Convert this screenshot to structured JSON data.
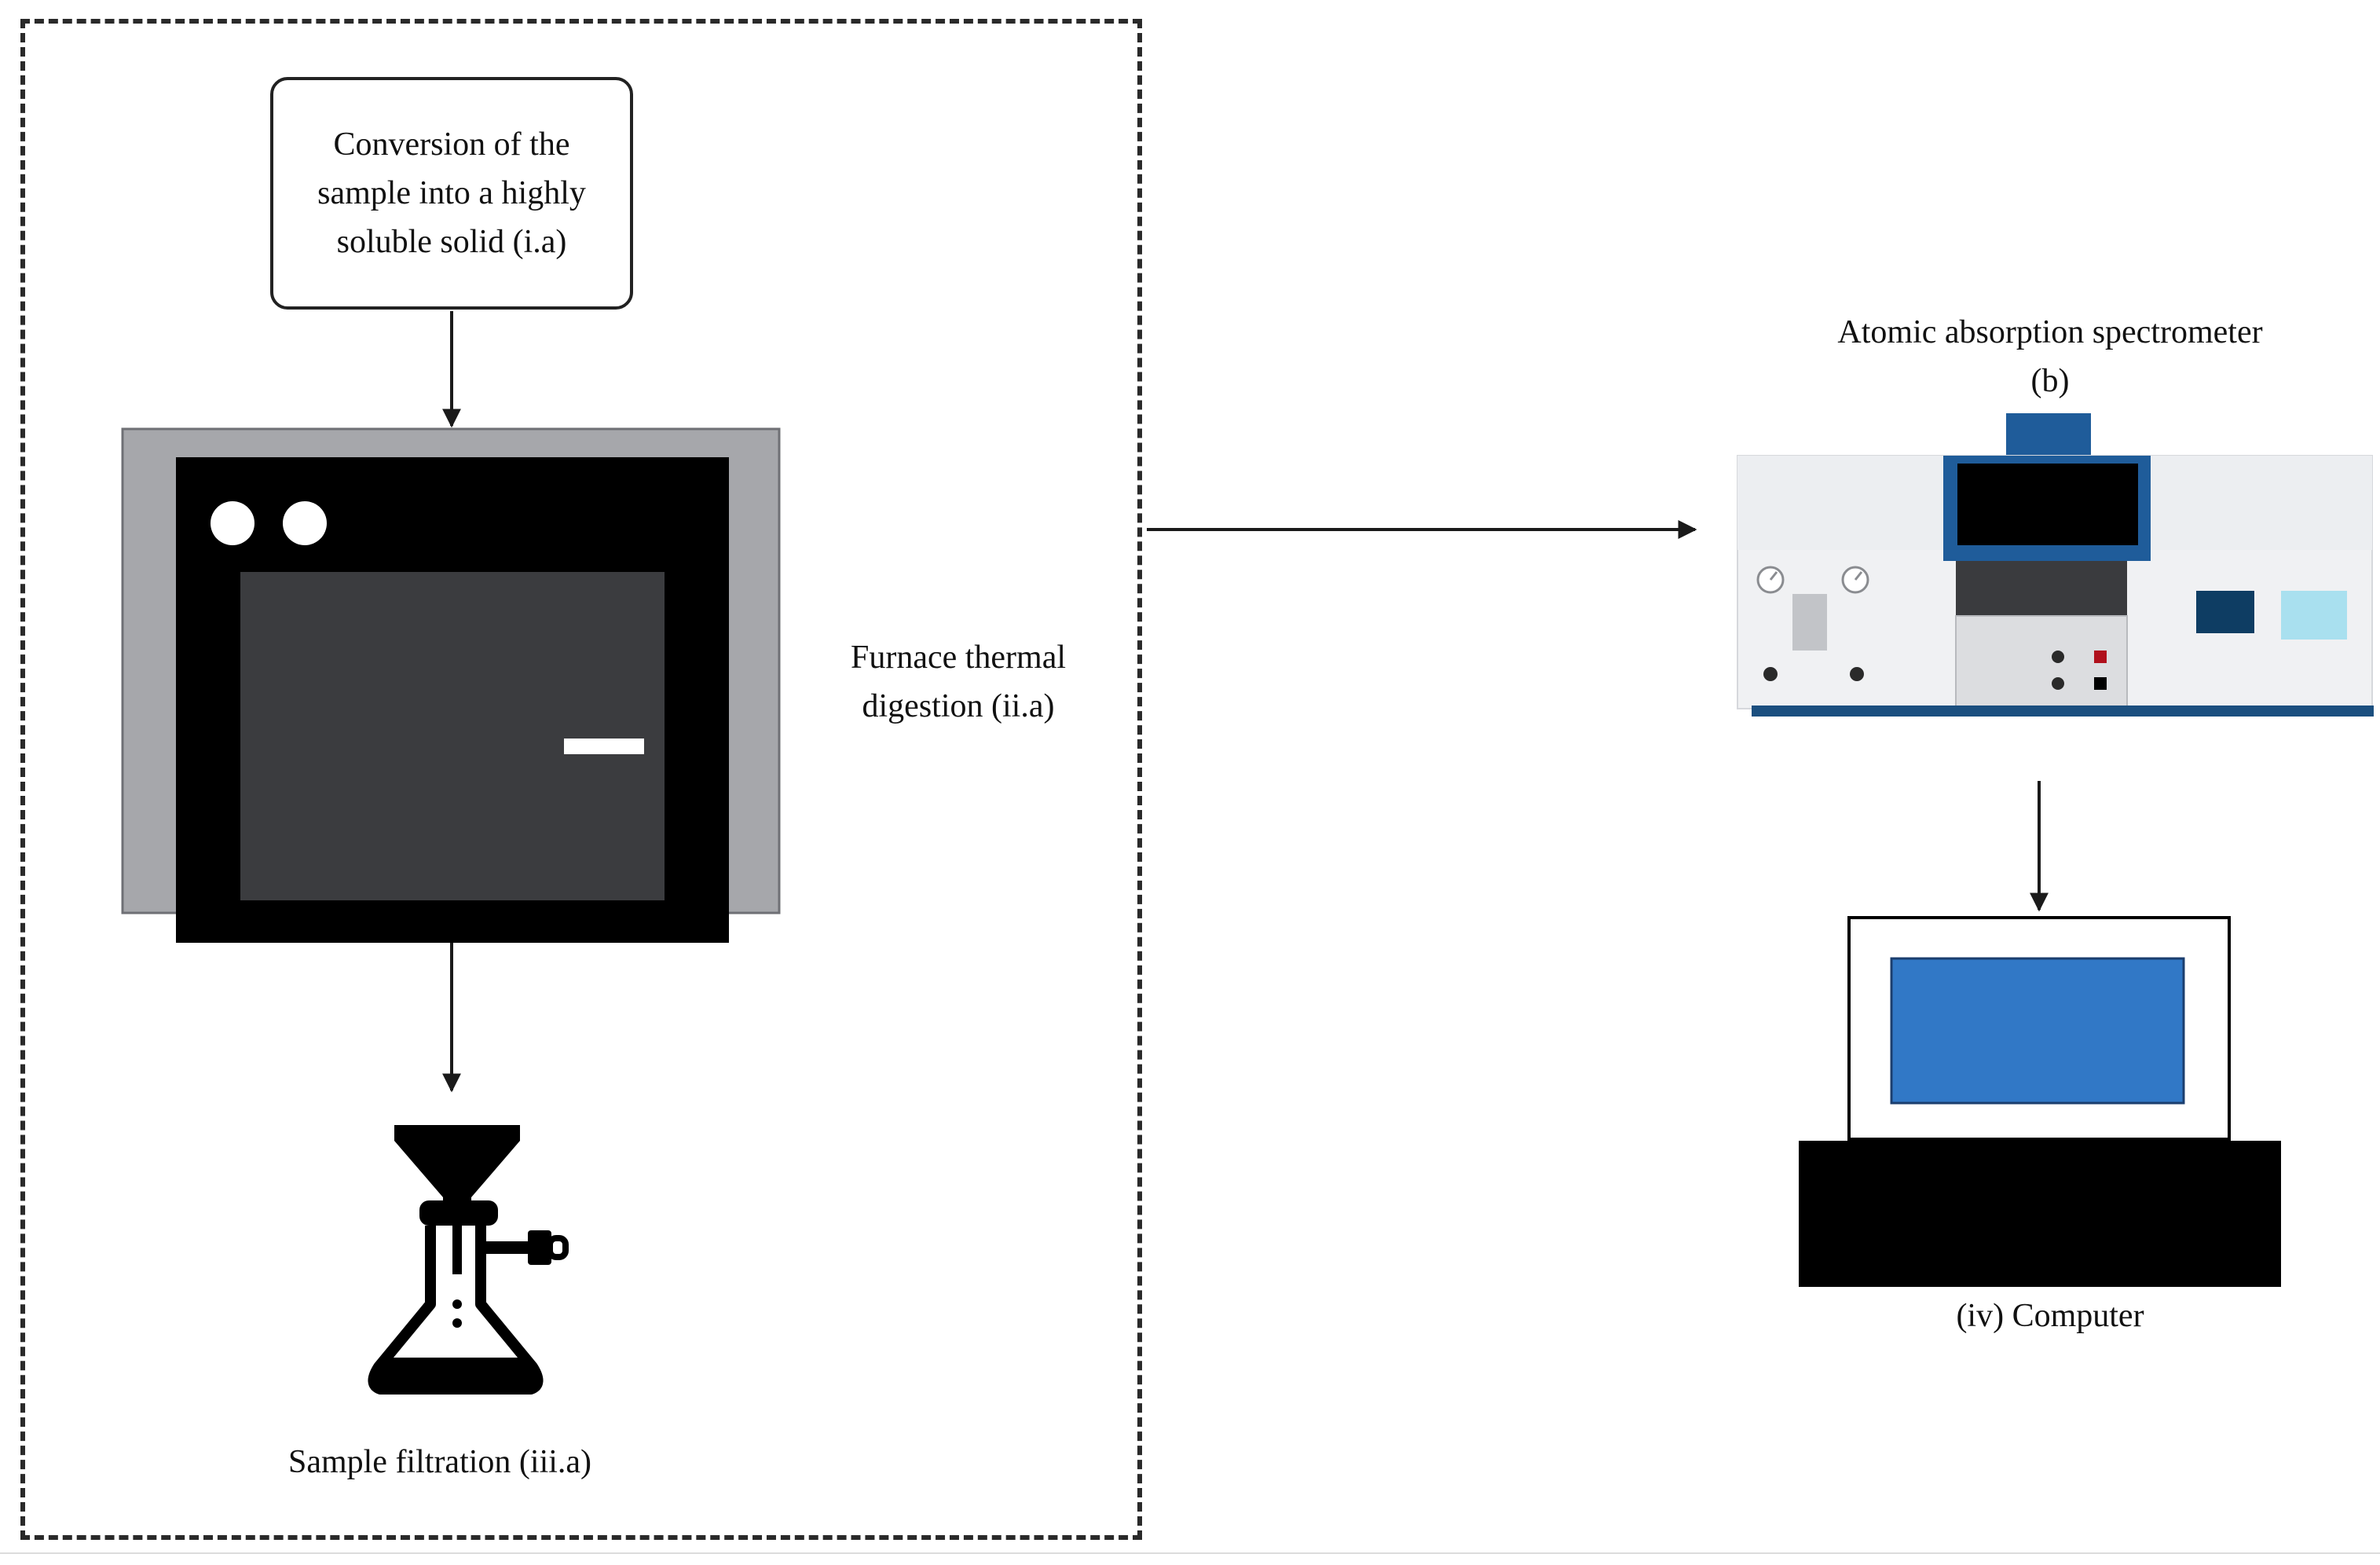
{
  "steps": {
    "conversion": "Conversion of the sample into a highly soluble solid (i.a)",
    "furnace": "Furnace thermal digestion (ii.a)",
    "filtration": "Sample filtration (iii.a)",
    "spectrometer": "Atomic absorption spectrometer (b)",
    "computer": "(iv) Computer"
  },
  "icons": {
    "furnace": "furnace-icon",
    "filtration": "filtration-flask-icon",
    "spectrometer": "atomic-absorption-spectrometer-icon",
    "computer": "computer-icon"
  },
  "colors": {
    "frame": "#2a2a2a",
    "furnace_body": "#000000",
    "furnace_side": "#a6a7ab",
    "furnace_window": "#3b3c3f",
    "spectrometer_blue": "#1f5c9a",
    "spectrometer_body": "#f0f1f3",
    "screen_blue": "#3178c6",
    "light_blue": "#a9e0ef",
    "dark_blue": "#0e3d63"
  }
}
